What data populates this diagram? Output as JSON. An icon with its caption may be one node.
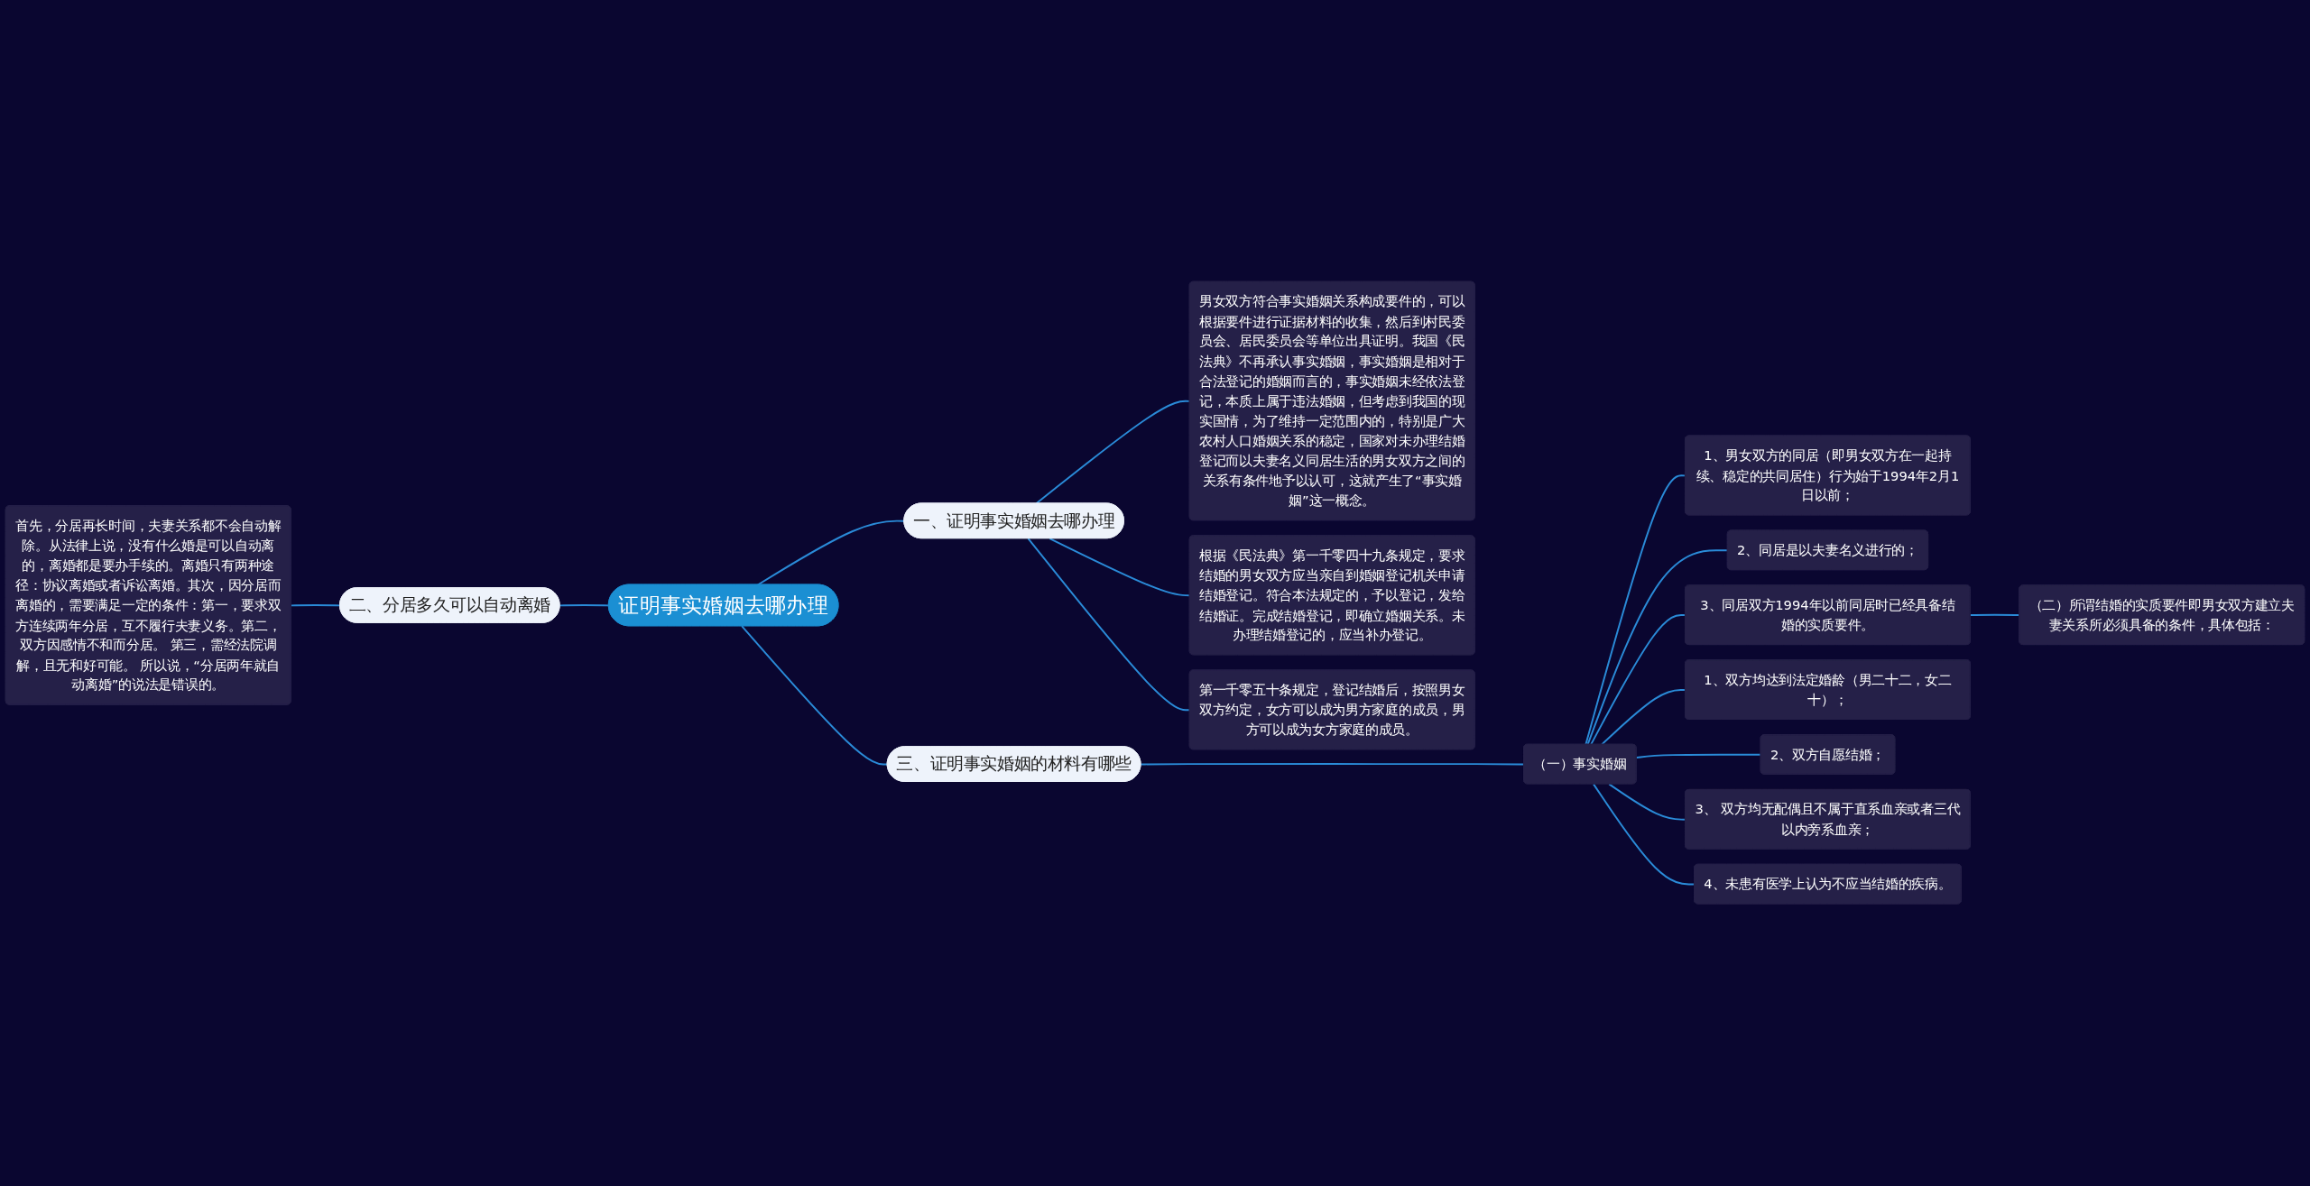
{
  "diagram": {
    "nodes": [
      {
        "text": [
          "证明事实婚姻去哪办理"
        ]
      },
      {
        "text": [
          "一、证明事实婚姻去哪办理"
        ]
      },
      {
        "text": [
          "男女双方符合事实婚姻关系构成要件的，可以根据要件进行证据材料的收集，然后到村民委员会、居民委员会等单位出具证明。我国《民法典》不再承认事实婚姻，事实婚姻是相对于合法登记的婚姻而言的，事实婚姻未经依法登记，本质上属于违法婚姻，但考虑到我国的现实国情，为了维持一定范围内的，特别是广大农村人口婚姻关系的稳定，国家对未办理结婚登记而以夫妻名义同居生活的男女双方之间的关系有条件地予以认可，这就产生了“事实婚姻”这一概念。"
        ]
      },
      {
        "text": [
          "根据《民法典》第一千零四十九条规定，要求结婚的男女双方应当亲自到婚姻登记机关申请结婚登记。符合本法规定的，予以登记，发给结婚证。完成结婚登记，即确立婚姻关系。未办理结婚登记的，应当补办登记。"
        ]
      },
      {
        "text": [
          "第一千零五十条规定，登记结婚后，按照男女双方约定，女方可以成为男方家庭的成员，男方可以成为女方家庭的成员。"
        ]
      },
      {
        "text": [
          "二、分居多久可以自动离婚"
        ]
      },
      {
        "text": [
          "首先，分居再长时间，夫妻关系都不会自动解除。从法律上说，没有什么婚是可以自动离的，离婚都是要办手续的。离婚只有两种途径：协议离婚或者诉讼离婚。其次，因分居而离婚的，需要满足一定的条件：第一，要求双方连续两年分居，互不履行夫妻义务。第二，双方因感情不和而分居。 第三，需经法院调解，且无和好可能。 所以说，“分居两年就自动离婚”的说法是错误的。"
        ]
      },
      {
        "text": [
          "三、证明事实婚姻的材料有哪些"
        ]
      },
      {
        "text": [
          "（一）事实婚姻"
        ]
      },
      {
        "text": [
          "1、男女双方的同居（即男女双方在一起持续、稳定的共同居住）行为始于1994年2月1日以前；"
        ]
      },
      {
        "text": [
          "2、同居是以夫妻名义进行的；"
        ]
      },
      {
        "text": [
          "3、同居双方1994年以前同居时已经具备结婚的实质要件。"
        ]
      },
      {
        "text": [
          "（二）所谓结婚的实质要件即男女双方建立夫妻关系所必须具备的条件，具体包括："
        ]
      },
      {
        "text": [
          "1、双方均达到法定婚龄（男二十二，女二十）；"
        ]
      },
      {
        "text": [
          "2、双方自愿结婚；"
        ]
      },
      {
        "text": [
          "3、 双方均无配偶且不属于直系血亲或者三代以内旁系血亲；"
        ]
      },
      {
        "text": [
          "4、未患有医学上认为不应当结婚的疾病。"
        ]
      }
    ],
    "edges": [
      {
        "from": 0,
        "to": 1,
        "arrow": "none"
      },
      {
        "from": 1,
        "to": 2,
        "arrow": "none"
      },
      {
        "from": 1,
        "to": 3,
        "arrow": "none"
      },
      {
        "from": 1,
        "to": 4,
        "arrow": "none"
      },
      {
        "from": 0,
        "to": 5,
        "arrow": "none"
      },
      {
        "from": 5,
        "to": 6,
        "arrow": "none"
      },
      {
        "from": 0,
        "to": 7,
        "arrow": "none"
      },
      {
        "from": 7,
        "to": 8,
        "arrow": "none"
      },
      {
        "from": 8,
        "to": 9,
        "arrow": "none"
      },
      {
        "from": 8,
        "to": 10,
        "arrow": "none"
      },
      {
        "from": 8,
        "to": 11,
        "arrow": "none"
      },
      {
        "from": 11,
        "to": 12,
        "arrow": "none"
      },
      {
        "from": 8,
        "to": 13,
        "arrow": "none"
      },
      {
        "from": 8,
        "to": 14,
        "arrow": "none"
      },
      {
        "from": 8,
        "to": 15,
        "arrow": "none"
      },
      {
        "from": 8,
        "to": 16,
        "arrow": "none"
      }
    ]
  }
}
